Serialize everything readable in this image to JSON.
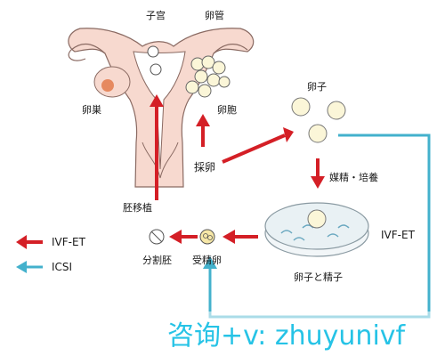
{
  "labels": {
    "uterus": "子宫",
    "oviduct": "卵管",
    "ovary": "卵巣",
    "follicle": "卵胞",
    "egg_retrieval": "採卵",
    "egg": "卵子",
    "insemination_culture": "媒精・培養",
    "embryo_transfer": "胚移植",
    "cleavage_embryo": "分割胚",
    "fertilized_egg": "受精卵",
    "egg_and_sperm": "卵子と精子",
    "ivf_et_dish": "IVF-ET"
  },
  "legend": [
    {
      "label": "IVF-ET",
      "color": "#d41f26"
    },
    {
      "label": "ICSI",
      "color": "#43b1cc"
    }
  ],
  "watermark": "咨询+v: zhuyunivf",
  "colors": {
    "ivf_arrow": "#d41f26",
    "icsi_line": "#43b1cc",
    "uterus_fill": "#f7d9cf",
    "uterus_outline": "#8a6a62"
  }
}
